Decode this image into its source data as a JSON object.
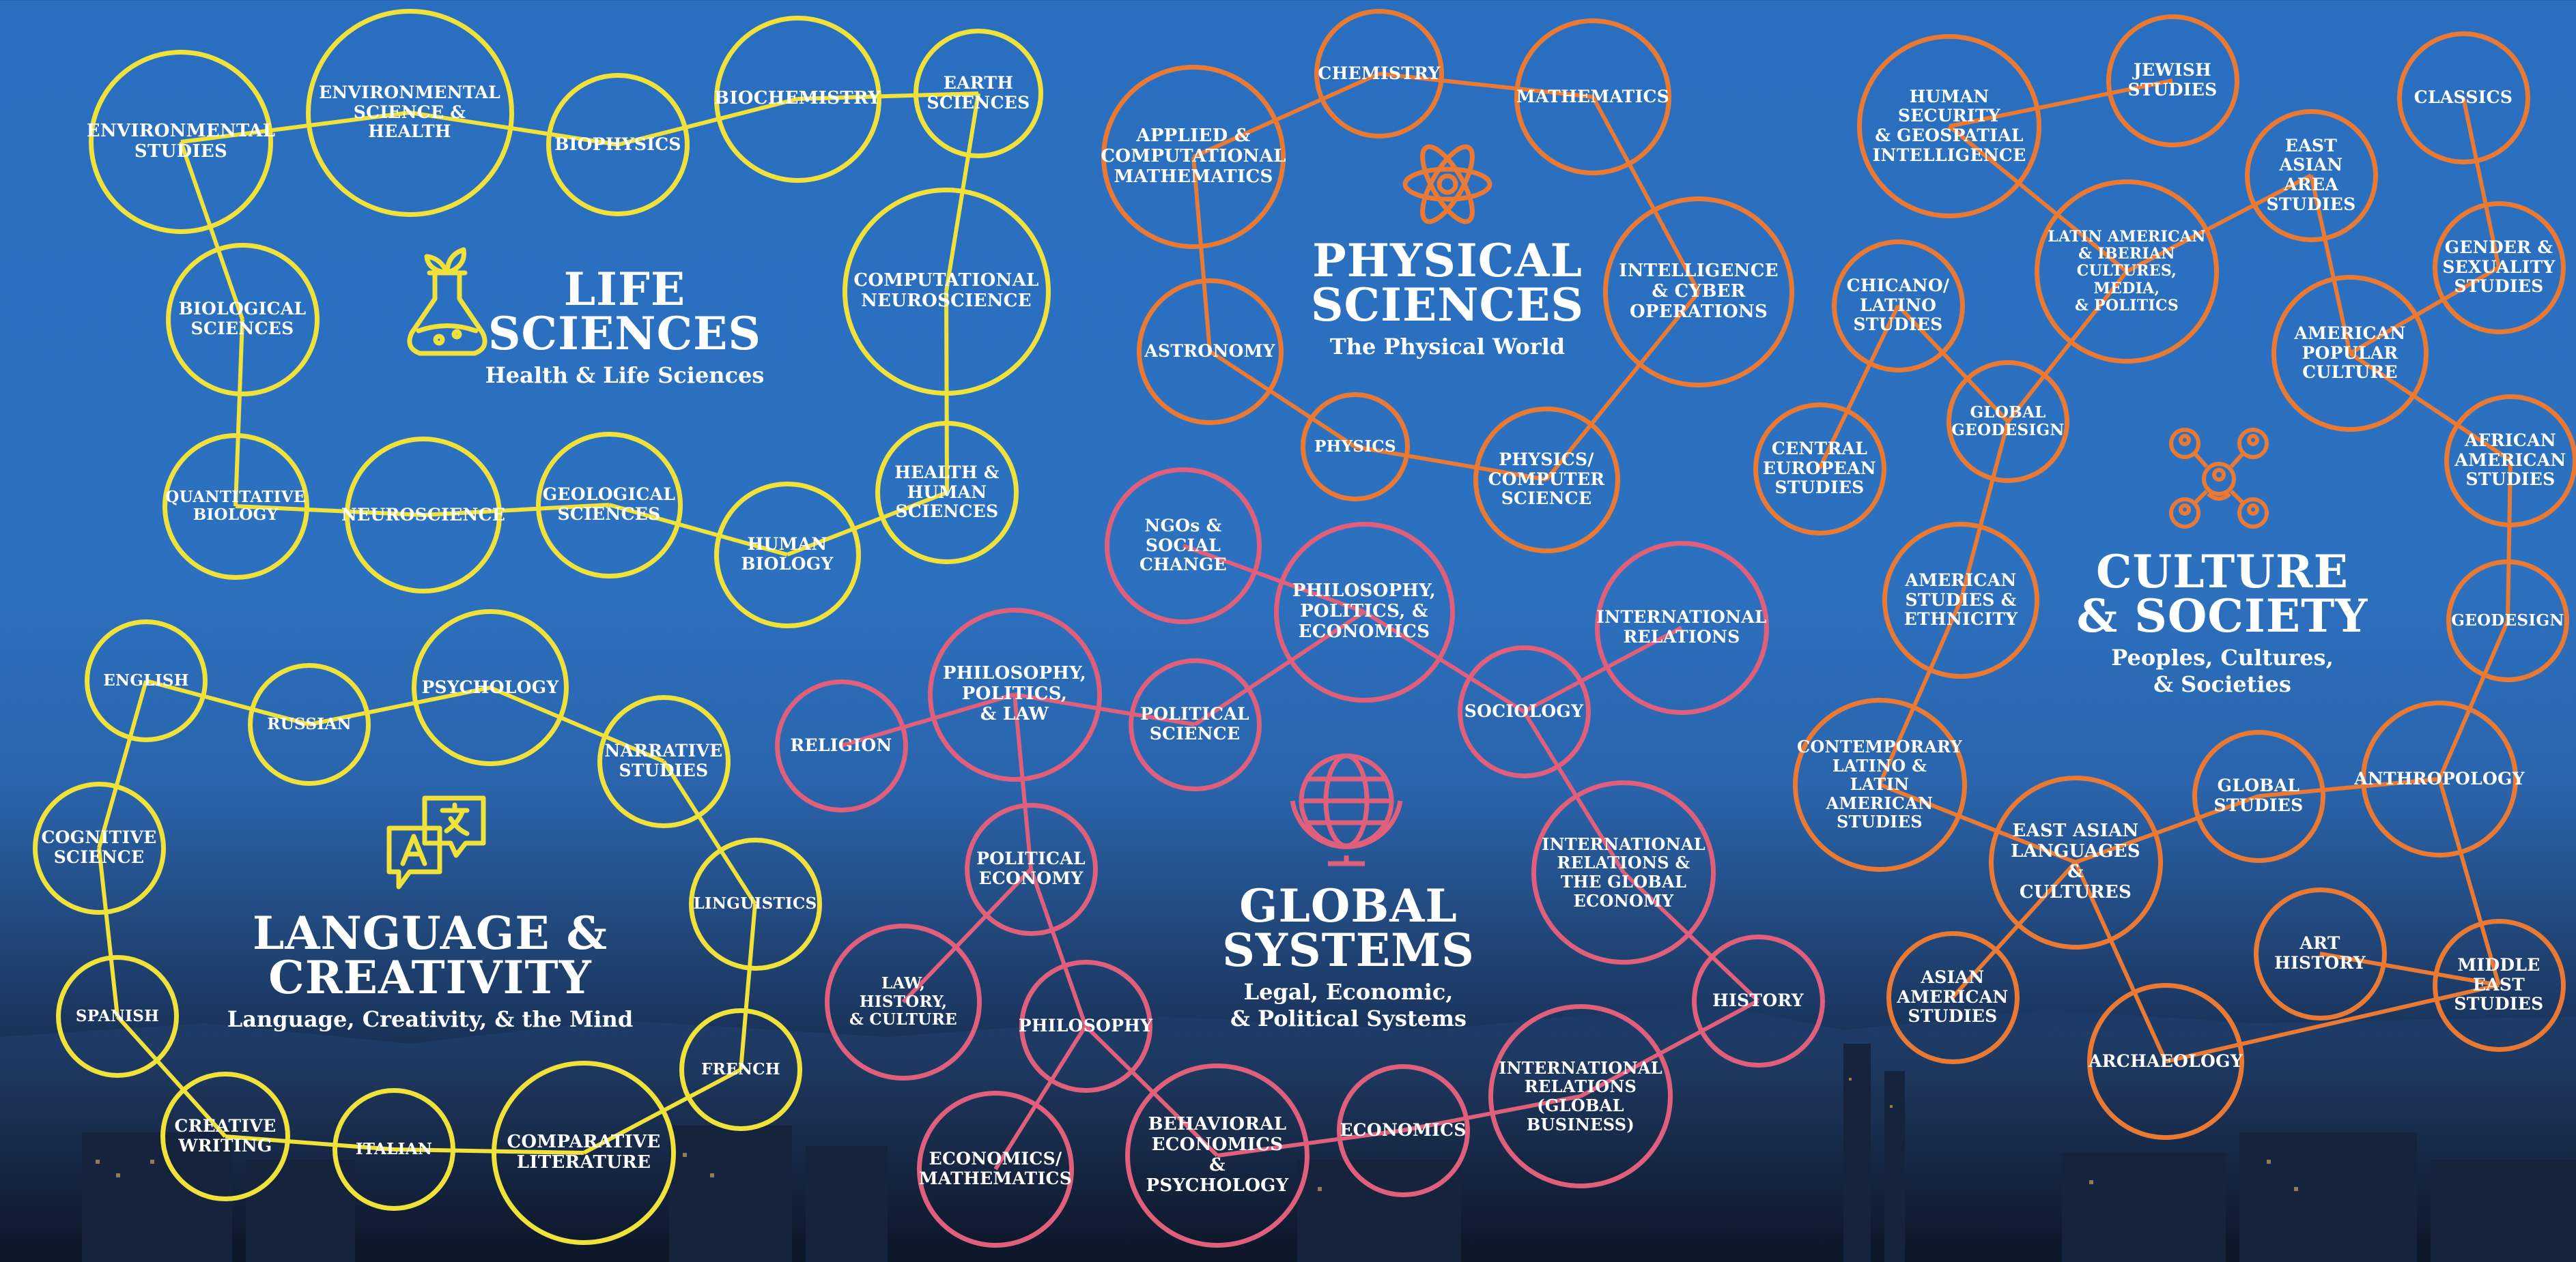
{
  "colors": {
    "life": "#f0e23a",
    "language": "#e9e13c",
    "physical": "#ea7a33",
    "global": "#e05f7a",
    "culture": "#ea7a33"
  },
  "clusters": {
    "life": {
      "title": "LIFE\nSCIENCES",
      "subtitle": "Health & Life Sciences",
      "icon": "flask-icon"
    },
    "language": {
      "title": "LANGUAGE &\nCREATIVITY",
      "subtitle": "Language, Creativity, & the Mind",
      "icon": "translation-icon"
    },
    "physical": {
      "title": "PHYSICAL\nSCIENCES",
      "subtitle": "The Physical World",
      "icon": "atom-icon"
    },
    "global": {
      "title": "GLOBAL\nSYSTEMS",
      "subtitle": "Legal, Economic,\n& Political Systems",
      "icon": "globe-icon"
    },
    "culture": {
      "title": "CULTURE\n& SOCIETY",
      "subtitle": "Peoples, Cultures,\n& Societies",
      "icon": "people-network-icon"
    }
  },
  "nodes": [
    {
      "id": "env-studies",
      "label": "ENVIRONMENTAL\nSTUDIES",
      "group": "life"
    },
    {
      "id": "env-sci-health",
      "label": "ENVIRONMENTAL\nSCIENCE & HEALTH",
      "group": "life"
    },
    {
      "id": "biophysics",
      "label": "BIOPHYSICS",
      "group": "life"
    },
    {
      "id": "biochemistry",
      "label": "BIOCHEMISTRY",
      "group": "life"
    },
    {
      "id": "earth-sci",
      "label": "EARTH\nSCIENCES",
      "group": "life"
    },
    {
      "id": "bio-sci",
      "label": "BIOLOGICAL\nSCIENCES",
      "group": "life"
    },
    {
      "id": "comp-neuro",
      "label": "COMPUTATIONAL\nNEUROSCIENCE",
      "group": "life"
    },
    {
      "id": "quant-bio",
      "label": "QUANTITATIVE\nBIOLOGY",
      "group": "life"
    },
    {
      "id": "neuroscience",
      "label": "NEUROSCIENCE",
      "group": "life"
    },
    {
      "id": "geo-sci",
      "label": "GEOLOGICAL\nSCIENCES",
      "group": "life"
    },
    {
      "id": "human-bio",
      "label": "HUMAN\nBIOLOGY",
      "group": "life"
    },
    {
      "id": "health-hum",
      "label": "HEALTH &\nHUMAN\nSCIENCES",
      "group": "life"
    },
    {
      "id": "english",
      "label": "ENGLISH",
      "group": "language"
    },
    {
      "id": "russian",
      "label": "RUSSIAN",
      "group": "language"
    },
    {
      "id": "psychology",
      "label": "PSYCHOLOGY",
      "group": "language"
    },
    {
      "id": "narrative",
      "label": "NARRATIVE\nSTUDIES",
      "group": "language"
    },
    {
      "id": "cog-sci",
      "label": "COGNITIVE\nSCIENCE",
      "group": "language"
    },
    {
      "id": "linguistics",
      "label": "LINGUISTICS",
      "group": "language"
    },
    {
      "id": "spanish",
      "label": "SPANISH",
      "group": "language"
    },
    {
      "id": "french",
      "label": "FRENCH",
      "group": "language"
    },
    {
      "id": "creative",
      "label": "CREATIVE\nWRITING",
      "group": "language"
    },
    {
      "id": "italian",
      "label": "ITALIAN",
      "group": "language"
    },
    {
      "id": "comp-lit",
      "label": "COMPARATIVE\nLITERATURE",
      "group": "language"
    },
    {
      "id": "chemistry",
      "label": "CHEMISTRY",
      "group": "physical"
    },
    {
      "id": "mathematics",
      "label": "MATHEMATICS",
      "group": "physical"
    },
    {
      "id": "applied-math",
      "label": "APPLIED &\nCOMPUTATIONAL\nMATHEMATICS",
      "group": "physical"
    },
    {
      "id": "intel-cyber",
      "label": "INTELLIGENCE\n& CYBER\nOPERATIONS",
      "group": "physical"
    },
    {
      "id": "astronomy",
      "label": "ASTRONOMY",
      "group": "physical"
    },
    {
      "id": "physics",
      "label": "PHYSICS",
      "group": "physical"
    },
    {
      "id": "physics-cs",
      "label": "PHYSICS/\nCOMPUTER\nSCIENCE",
      "group": "physical"
    },
    {
      "id": "ngos",
      "label": "NGOs &\nSOCIAL\nCHANGE",
      "group": "global"
    },
    {
      "id": "ppe",
      "label": "PHILOSOPHY,\nPOLITICS, &\nECONOMICS",
      "group": "global"
    },
    {
      "id": "intl-rel",
      "label": "INTERNATIONAL\nRELATIONS",
      "group": "global"
    },
    {
      "id": "religion",
      "label": "RELIGION",
      "group": "global"
    },
    {
      "id": "ppl",
      "label": "PHILOSOPHY,\nPOLITICS,\n& LAW",
      "group": "global"
    },
    {
      "id": "poli-sci",
      "label": "POLITICAL\nSCIENCE",
      "group": "global"
    },
    {
      "id": "sociology",
      "label": "SOCIOLOGY",
      "group": "global"
    },
    {
      "id": "pol-econ",
      "label": "POLITICAL\nECONOMY",
      "group": "global"
    },
    {
      "id": "ir-global-econ",
      "label": "INTERNATIONAL\nRELATIONS &\nTHE GLOBAL\nECONOMY",
      "group": "global"
    },
    {
      "id": "law-hist",
      "label": "LAW, HISTORY,\n& CULTURE",
      "group": "global"
    },
    {
      "id": "philosophy",
      "label": "PHILOSOPHY",
      "group": "global"
    },
    {
      "id": "history",
      "label": "HISTORY",
      "group": "global"
    },
    {
      "id": "econ-math",
      "label": "ECONOMICS/\nMATHEMATICS",
      "group": "global"
    },
    {
      "id": "behav-econ",
      "label": "BEHAVIORAL\nECONOMICS\n& PSYCHOLOGY",
      "group": "global"
    },
    {
      "id": "economics",
      "label": "ECONOMICS",
      "group": "global"
    },
    {
      "id": "ir-business",
      "label": "INTERNATIONAL\nRELATIONS\n(GLOBAL\nBUSINESS)",
      "group": "global"
    },
    {
      "id": "human-sec",
      "label": "HUMAN SECURITY\n& GEOSPATIAL\nINTELLIGENCE",
      "group": "culture"
    },
    {
      "id": "jewish",
      "label": "JEWISH\nSTUDIES",
      "group": "culture"
    },
    {
      "id": "classics",
      "label": "CLASSICS",
      "group": "culture"
    },
    {
      "id": "east-asian-area",
      "label": "EAST\nASIAN AREA\nSTUDIES",
      "group": "culture"
    },
    {
      "id": "latin-iberian",
      "label": "LATIN AMERICAN\n& IBERIAN\nCULTURES, MEDIA,\n& POLITICS",
      "group": "culture"
    },
    {
      "id": "gender",
      "label": "GENDER &\nSEXUALITY\nSTUDIES",
      "group": "culture"
    },
    {
      "id": "chicano",
      "label": "CHICANO/\nLATINO\nSTUDIES",
      "group": "culture"
    },
    {
      "id": "american-pop",
      "label": "AMERICAN\nPOPULAR\nCULTURE",
      "group": "culture"
    },
    {
      "id": "global-geodesign",
      "label": "GLOBAL\nGEODESIGN",
      "group": "culture"
    },
    {
      "id": "central-eu",
      "label": "CENTRAL\nEUROPEAN\nSTUDIES",
      "group": "culture"
    },
    {
      "id": "african-am",
      "label": "AFRICAN\nAMERICAN\nSTUDIES",
      "group": "culture"
    },
    {
      "id": "am-ethnicity",
      "label": "AMERICAN\nSTUDIES &\nETHNICITY",
      "group": "culture"
    },
    {
      "id": "geodesign",
      "label": "GEODESIGN",
      "group": "culture"
    },
    {
      "id": "cont-latino",
      "label": "CONTEMPORARY\nLATINO &\nLATIN AMERICAN\nSTUDIES",
      "group": "culture"
    },
    {
      "id": "global-studies",
      "label": "GLOBAL\nSTUDIES",
      "group": "culture"
    },
    {
      "id": "anthropology",
      "label": "ANTHROPOLOGY",
      "group": "culture"
    },
    {
      "id": "east-asian-lang",
      "label": "EAST ASIAN\nLANGUAGES &\nCULTURES",
      "group": "culture"
    },
    {
      "id": "art-history",
      "label": "ART\nHISTORY",
      "group": "culture"
    },
    {
      "id": "asian-am",
      "label": "ASIAN\nAMERICAN\nSTUDIES",
      "group": "culture"
    },
    {
      "id": "middle-east",
      "label": "MIDDLE\nEAST\nSTUDIES",
      "group": "culture"
    },
    {
      "id": "archaeology",
      "label": "ARCHAEOLOGY",
      "group": "culture"
    }
  ],
  "links": [
    [
      "env-studies",
      "env-sci-health"
    ],
    [
      "env-sci-health",
      "biophysics"
    ],
    [
      "biophysics",
      "biochemistry"
    ],
    [
      "biochemistry",
      "earth-sci"
    ],
    [
      "earth-sci",
      "comp-neuro"
    ],
    [
      "env-studies",
      "bio-sci"
    ],
    [
      "bio-sci",
      "quant-bio"
    ],
    [
      "quant-bio",
      "neuroscience"
    ],
    [
      "neuroscience",
      "geo-sci"
    ],
    [
      "geo-sci",
      "human-bio"
    ],
    [
      "human-bio",
      "health-hum"
    ],
    [
      "health-hum",
      "comp-neuro"
    ],
    [
      "english",
      "russian"
    ],
    [
      "russian",
      "psychology"
    ],
    [
      "psychology",
      "narrative"
    ],
    [
      "narrative",
      "linguistics"
    ],
    [
      "english",
      "cog-sci"
    ],
    [
      "cog-sci",
      "spanish"
    ],
    [
      "spanish",
      "creative"
    ],
    [
      "creative",
      "italian"
    ],
    [
      "italian",
      "comp-lit"
    ],
    [
      "comp-lit",
      "french"
    ],
    [
      "french",
      "linguistics"
    ],
    [
      "applied-math",
      "chemistry"
    ],
    [
      "chemistry",
      "mathematics"
    ],
    [
      "mathematics",
      "intel-cyber"
    ],
    [
      "applied-math",
      "astronomy"
    ],
    [
      "astronomy",
      "physics"
    ],
    [
      "physics",
      "physics-cs"
    ],
    [
      "physics-cs",
      "intel-cyber"
    ],
    [
      "ngos",
      "ppe"
    ],
    [
      "ppe",
      "poli-sci"
    ],
    [
      "ppe",
      "sociology"
    ],
    [
      "sociology",
      "intl-rel"
    ],
    [
      "religion",
      "ppl"
    ],
    [
      "ppl",
      "poli-sci"
    ],
    [
      "ppl",
      "pol-econ"
    ],
    [
      "sociology",
      "ir-global-econ"
    ],
    [
      "pol-econ",
      "law-hist"
    ],
    [
      "pol-econ",
      "philosophy"
    ],
    [
      "philosophy",
      "econ-math"
    ],
    [
      "philosophy",
      "behav-econ"
    ],
    [
      "behav-econ",
      "economics"
    ],
    [
      "economics",
      "ir-business"
    ],
    [
      "ir-business",
      "history"
    ],
    [
      "history",
      "ir-global-econ"
    ],
    [
      "human-sec",
      "jewish"
    ],
    [
      "human-sec",
      "latin-iberian"
    ],
    [
      "latin-iberian",
      "east-asian-area"
    ],
    [
      "east-asian-area",
      "american-pop"
    ],
    [
      "classics",
      "gender"
    ],
    [
      "gender",
      "american-pop"
    ],
    [
      "american-pop",
      "african-am"
    ],
    [
      "african-am",
      "geodesign"
    ],
    [
      "geodesign",
      "anthropology"
    ],
    [
      "anthropology",
      "global-studies"
    ],
    [
      "global-studies",
      "east-asian-lang"
    ],
    [
      "latin-iberian",
      "global-geodesign"
    ],
    [
      "chicano",
      "global-geodesign"
    ],
    [
      "chicano",
      "central-eu"
    ],
    [
      "global-geodesign",
      "am-ethnicity"
    ],
    [
      "am-ethnicity",
      "cont-latino"
    ],
    [
      "cont-latino",
      "east-asian-lang"
    ],
    [
      "east-asian-lang",
      "asian-am"
    ],
    [
      "east-asian-lang",
      "archaeology"
    ],
    [
      "archaeology",
      "middle-east"
    ],
    [
      "art-history",
      "middle-east"
    ],
    [
      "anthropology",
      "middle-east"
    ]
  ]
}
